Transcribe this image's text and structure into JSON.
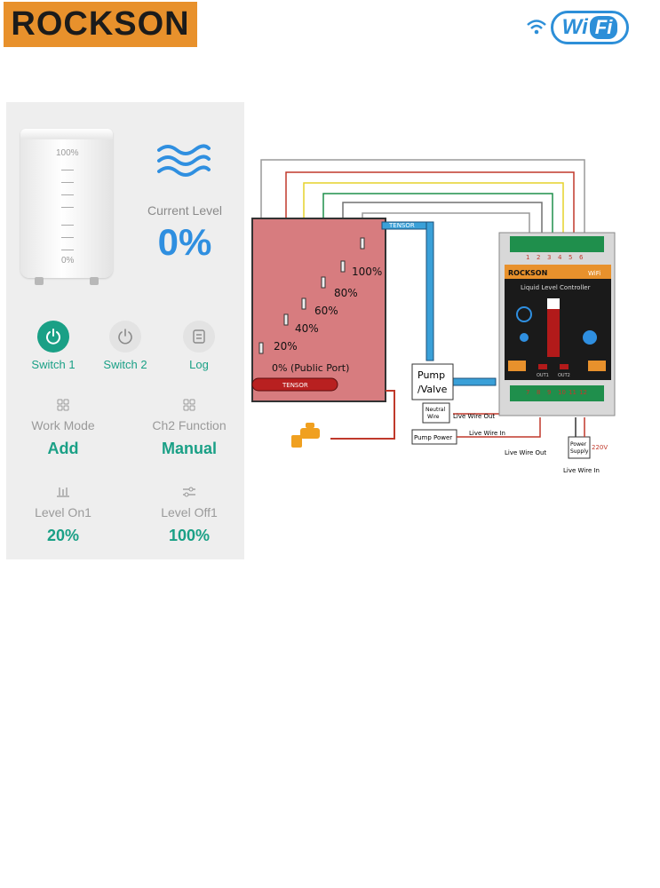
{
  "brand": {
    "logo_text": "ROCKSON",
    "wifi_text_a": "Wi",
    "wifi_text_b": "Fi"
  },
  "colors": {
    "accent_green": "#1aa086",
    "accent_blue": "#2f8fe0",
    "brand_orange": "#e8912c"
  },
  "tank": {
    "top_label": "100%",
    "bottom_label": "0%"
  },
  "current_level": {
    "label": "Current Level",
    "value": "0%"
  },
  "buttons": [
    {
      "label": "Switch 1",
      "icon": "power-icon",
      "active": true
    },
    {
      "label": "Switch 2",
      "icon": "power-icon",
      "active": false
    },
    {
      "label": "Log",
      "icon": "log-icon",
      "active": false
    }
  ],
  "settings": [
    {
      "label": "Work Mode",
      "value": "Add",
      "icon": "grid-icon"
    },
    {
      "label": "Ch2 Function",
      "value": "Manual",
      "icon": "grid-icon"
    },
    {
      "label": "Level On1",
      "value": "20%",
      "icon": "level-icon"
    },
    {
      "label": "Level Off1",
      "value": "100%",
      "icon": "sliders-icon"
    }
  ],
  "diagram": {
    "probe_labels": [
      "100%",
      "80%",
      "60%",
      "40%",
      "20%",
      "0% (Public Port)"
    ],
    "sensor_label": "TENSOR",
    "pump_label_1": "Pump",
    "pump_label_2": "/Valve",
    "neutral_label_1": "Neutral",
    "neutral_label_2": "Wire",
    "live_out_label": "Live Wire Out",
    "live_in_label": "Live Wire In",
    "pump_power_label": "Pump Power",
    "power_supply_label_1": "Power",
    "power_supply_label_2": "Supply",
    "voltage_label": "220V",
    "controller_brand": "ROCKSON",
    "controller_wifi": "WiFi",
    "controller_title": "Liquid Level Controller",
    "terminals_top": [
      "1",
      "2",
      "3",
      "4",
      "5",
      "6"
    ],
    "terminals_bottom": [
      "7",
      "8",
      "9",
      "10",
      "11",
      "12"
    ],
    "out_labels": [
      "OUT1",
      "OUT2"
    ]
  }
}
